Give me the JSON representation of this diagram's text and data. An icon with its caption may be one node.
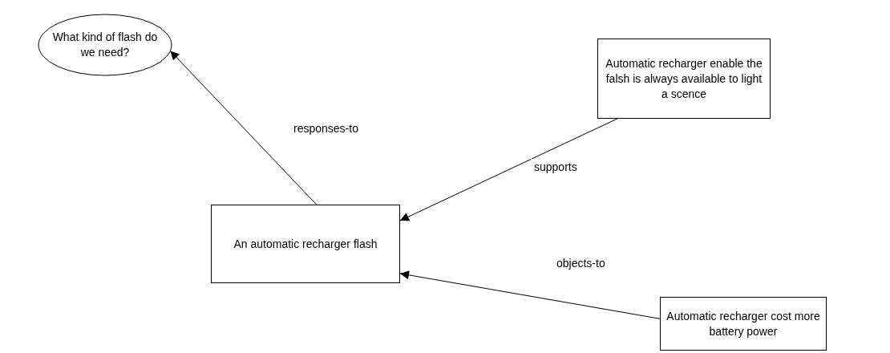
{
  "diagram": {
    "nodes": [
      {
        "text": [
          "What kind of flash do we need?"
        ]
      },
      {
        "text": [
          "Automatic recharger enable the falsh is always available to light a scence"
        ]
      },
      {
        "text": [
          "An automatic recharger flash"
        ]
      },
      {
        "text": [
          "Automatic recharger cost more battery power"
        ]
      }
    ],
    "edges": [
      {
        "from": 2,
        "to": 0,
        "arrow": "to",
        "label": "responses-to"
      },
      {
        "from": 1,
        "to": 2,
        "arrow": "to",
        "label": "supports"
      },
      {
        "from": 3,
        "to": 2,
        "arrow": "to",
        "label": "objects-to"
      }
    ]
  }
}
